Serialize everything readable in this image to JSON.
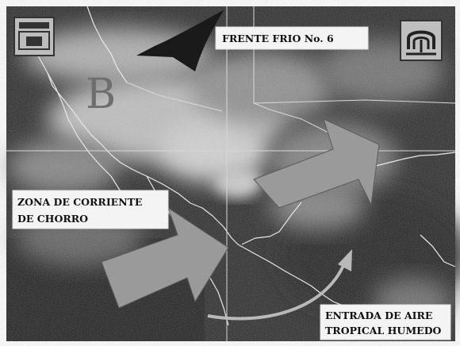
{
  "map": {
    "labels": {
      "cold_front": "FRENTE FRIO No. 6",
      "jet_stream_line1": "ZONA DE CORRIENTE",
      "jet_stream_line2": "DE CHORRO",
      "tropical_air_line1": "ENTRADA DE AIRE",
      "tropical_air_line2": "TROPICAL HUMEDO",
      "low_pressure": "B"
    },
    "icons": {
      "top_left": "weather-agency-logo-icon",
      "top_right": "institution-logo-icon"
    },
    "colors": {
      "background": "#2b2b2b",
      "cloud": "#cfcfcf",
      "arrow_fill": "#9a9a9a",
      "front": "#1a1a1a",
      "coast": "#e8e8e8",
      "grid": "#d8d8d8"
    }
  }
}
